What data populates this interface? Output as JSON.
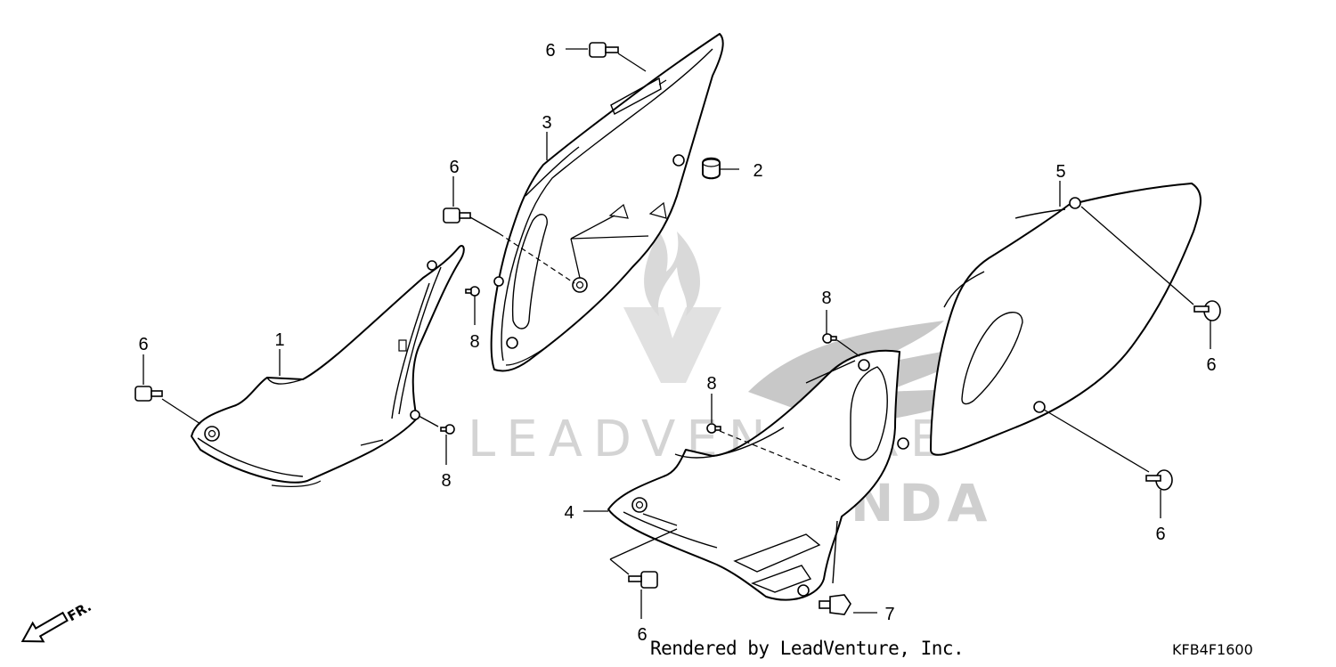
{
  "diagram": {
    "callouts": [
      {
        "id": "c1",
        "text": "1"
      },
      {
        "id": "c2",
        "text": "2"
      },
      {
        "id": "c3",
        "text": "3"
      },
      {
        "id": "c4",
        "text": "4"
      },
      {
        "id": "c5",
        "text": "5"
      },
      {
        "id": "c6a",
        "text": "6"
      },
      {
        "id": "c6b",
        "text": "6"
      },
      {
        "id": "c6c",
        "text": "6"
      },
      {
        "id": "c6d",
        "text": "6"
      },
      {
        "id": "c6e",
        "text": "6"
      },
      {
        "id": "c6f",
        "text": "6"
      },
      {
        "id": "c7",
        "text": "7"
      },
      {
        "id": "c8a",
        "text": "8"
      },
      {
        "id": "c8b",
        "text": "8"
      },
      {
        "id": "c8c",
        "text": "8"
      },
      {
        "id": "c8d",
        "text": "8"
      }
    ],
    "front_arrow_label": "FR.",
    "watermark_text": "LEADVENTURE",
    "brand_watermark": "HONDA"
  },
  "footer": {
    "credit": "Rendered by LeadVenture, Inc.",
    "code": "KFB4F1600"
  },
  "colors": {
    "line": "#000000",
    "background": "#ffffff",
    "watermark": "#d4d4d4"
  }
}
